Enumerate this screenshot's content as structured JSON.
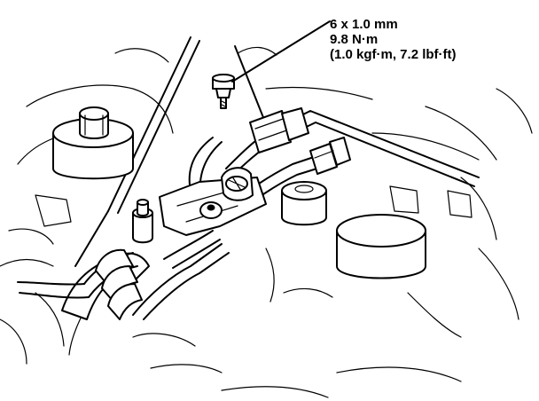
{
  "callout": {
    "bolt_size": "6 x 1.0 mm",
    "torque_nm": "9.8 N·m",
    "torque_alt": "(1.0 kgf·m, 7.2 lbf·ft)"
  }
}
